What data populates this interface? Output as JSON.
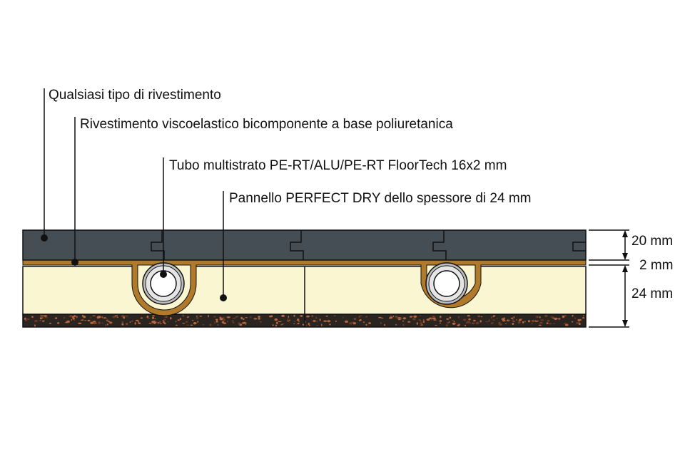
{
  "labels": {
    "covering": "Qualsiasi tipo di rivestimento",
    "viscoelastic": "Rivestimento viscoelastico bicomponente a base poliuretanica",
    "pipe": "Tubo multistrato PE-RT/ALU/PE-RT FloorTech 16x2 mm",
    "panel": "Pannello PERFECT DRY dello spessore di 24 mm"
  },
  "dimensions": {
    "covering_thickness": "20 mm",
    "viscoelastic_thickness": "2 mm",
    "panel_thickness": "24 mm"
  },
  "colors": {
    "covering": "#454d55",
    "viscoelastic": "#b07a2a",
    "panel": "#fbf6d2",
    "base": "#2a2521",
    "base_specks": "#b8663a",
    "pipe_outer": "#d9d9d9",
    "pipe_inner": "#ffffff",
    "outline": "#111111"
  }
}
